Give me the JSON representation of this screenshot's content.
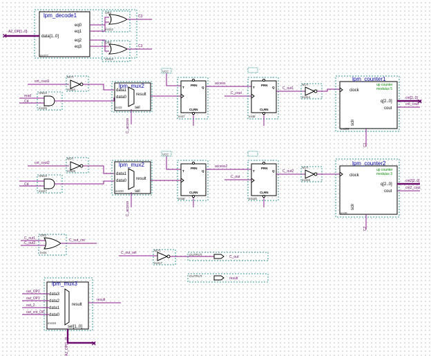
{
  "decoder": {
    "title": "lpm_decode1",
    "in_port": "data[1..0]",
    "outs": [
      "eq0",
      "eq1",
      "eq2",
      "eq3"
    ],
    "inst": "inst27",
    "in_signal": "A2_OP[1..0]"
  },
  "and_gates": {
    "type": "OR2",
    "inst_top": "inst12",
    "inst_bot": "inst13",
    "out_top": "C3",
    "out_bot": "C3"
  },
  "row1": {
    "not_in": "cnt_cout1",
    "not_label": "NOT",
    "not_inst": "inst24",
    "and_label": "AND2",
    "and_inst": "inst25",
    "and_in1": "read",
    "and_in2": "C4",
    "mux_title": "lpm_mux2",
    "mux_in1": "data1",
    "mux_in0": "data0",
    "mux_out": "result",
    "mux_sel": "sel",
    "mux_inst": "inst3",
    "sel_sig": "C_access",
    "vcc": "VCC",
    "dff1_pre": "PRN",
    "dff1_clr": "CLRN",
    "dff1_inst": "inst7",
    "sig_access": "access",
    "sig_cout": "C_cout",
    "dff2_pre": "PRN",
    "dff2_clr": "CLRN",
    "dff2_inst": "inst8",
    "sig_out1": "C_out1",
    "not2_label": "NOT",
    "not2_inst": "inst14",
    "ctr_title": "lpm_counter1",
    "ctr_clock": "clock",
    "ctr_mode": "up counter",
    "ctr_mod": "modulus 5",
    "ctr_q": "q[2..0]",
    "ctr_cout": "cout",
    "ctr_sclr": "sclr",
    "ctr_inst": "inst36",
    "ctr_q_sig": "cnt[2..0]",
    "ctr_cout_sig": "cnt_cout",
    "clr_sig": "C1"
  },
  "row2": {
    "not_in": "cnt_cout2",
    "not_label": "NOT",
    "not_inst": "inst26",
    "and_label": "AND2",
    "and_inst": "inst27",
    "and_in2": "C4",
    "mux_title": "lpm_mux2",
    "mux_in1": "data1",
    "mux_in0": "data0",
    "mux_out": "result",
    "mux_sel": "sel",
    "mux_inst": "inst30",
    "sel_sig": "C_access",
    "vcc": "VCC",
    "dff1_pre": "PRN",
    "dff1_clr": "CLRN",
    "dff1_inst": "inst8",
    "sig_access": "access2",
    "sig_cout": "C_out",
    "dff2_pre": "PRN",
    "dff2_clr": "CLRN",
    "dff2_inst": "inst30",
    "sig_out1": "C_out2",
    "not2_label": "NOT",
    "not2_inst": "inst28",
    "ctr_title": "lpm_counter2",
    "ctr_clock": "clock",
    "ctr_mode": "up counter",
    "ctr_mod": "modulus 3",
    "ctr_q": "q[2..0]",
    "ctr_cout": "cout",
    "ctr_sclr": "sclr",
    "ctr_inst": "inst9",
    "ctr_q_sig": "cnt2[2..0]",
    "ctr_cout_sig": "cnt2_cout",
    "clr_sig": "C2"
  },
  "or_block": {
    "label": "OR2",
    "inst": "inst4",
    "in1": "C_out1",
    "in2": "C_out2",
    "out": "C_out_cnt"
  },
  "output_block": {
    "in_sig": "C_out_sel",
    "not_label": "NOT",
    "not_inst": "inst17",
    "out_label": "OUTPUT",
    "out_sig": "C_out",
    "out2_label": "OUTPUT",
    "out2_sig": "result"
  },
  "mux3": {
    "title": "lpm_mux3",
    "ins": [
      "data3",
      "data2",
      "data1",
      "data0"
    ],
    "in_sigs": [
      "out_OP2",
      "out_OP1",
      "out_2",
      "out_cnt_OP"
    ],
    "out": "result",
    "sel": "sel[1..0]",
    "inst": "inst18",
    "out_sig": "result",
    "sel_sig": "A2_OP[1..0]"
  }
}
